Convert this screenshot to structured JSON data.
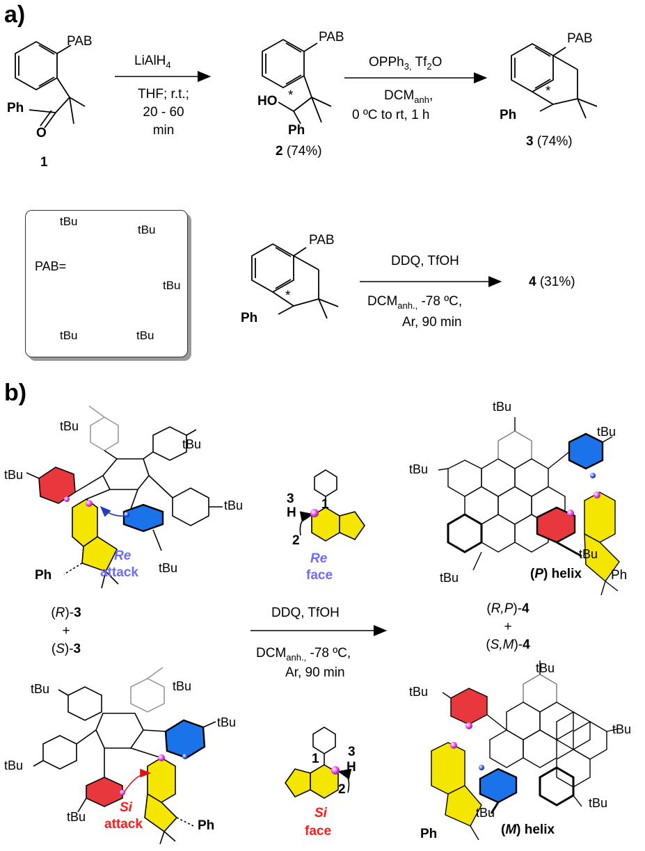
{
  "panel_a": {
    "label": "a)",
    "step1": {
      "reagent": "LiAlH4",
      "conditions": [
        "THF; r.t.;",
        "20 - 60",
        "min"
      ]
    },
    "step2": {
      "reagent": "OPPh3, Tf2O",
      "conditions": [
        "DCManh,",
        "0 ºC to rt, 1 h"
      ]
    },
    "step3": {
      "reagent": "DDQ, TfOH",
      "conditions": [
        "DCManh., -78 ºC,",
        "Ar, 90 min"
      ]
    },
    "compound1": {
      "number": "1",
      "groups": [
        "PAB",
        "Ph",
        "O"
      ]
    },
    "compound2": {
      "number": "2",
      "yield": "(74%)",
      "groups": [
        "PAB",
        "HO",
        "*",
        "Ph"
      ]
    },
    "compound3": {
      "number": "3",
      "yield": "(74%)",
      "groups": [
        "PAB",
        "*",
        "Ph"
      ]
    },
    "compound3b": {
      "groups": [
        "PAB",
        "*",
        "Ph"
      ]
    },
    "product4": {
      "number": "4",
      "yield": "(31%)"
    },
    "pab_box": {
      "label": "PAB=",
      "substituent": "tBu"
    }
  },
  "panel_b": {
    "label": "b)",
    "re_attack": [
      "Re",
      "attack"
    ],
    "si_attack": [
      "Si",
      "attack"
    ],
    "re_face": [
      "Re",
      "face"
    ],
    "si_face": [
      "Si",
      "face"
    ],
    "atom_numbers": [
      "1",
      "2",
      "3"
    ],
    "h_label": "H",
    "ph": "Ph",
    "tbu": "tBu",
    "reactants": [
      "(R)-3",
      "+",
      "(S)-3"
    ],
    "conditions": {
      "reagent": "DDQ, TfOH",
      "lines": [
        "DCManh., -78 ºC,",
        "Ar, 90 min"
      ]
    },
    "products": [
      "(R,P)-4",
      "+",
      "(S,M)-4"
    ],
    "helix_p": "(P) helix",
    "helix_m": "(M) helix"
  },
  "colors": {
    "red_ring": "#e8383d",
    "blue_ring": "#1a73e8",
    "yellow_ring": "#f5e600",
    "re_blue": "#6b6bff",
    "si_red": "#ff1a1a",
    "sphere": "#ee44ee"
  }
}
